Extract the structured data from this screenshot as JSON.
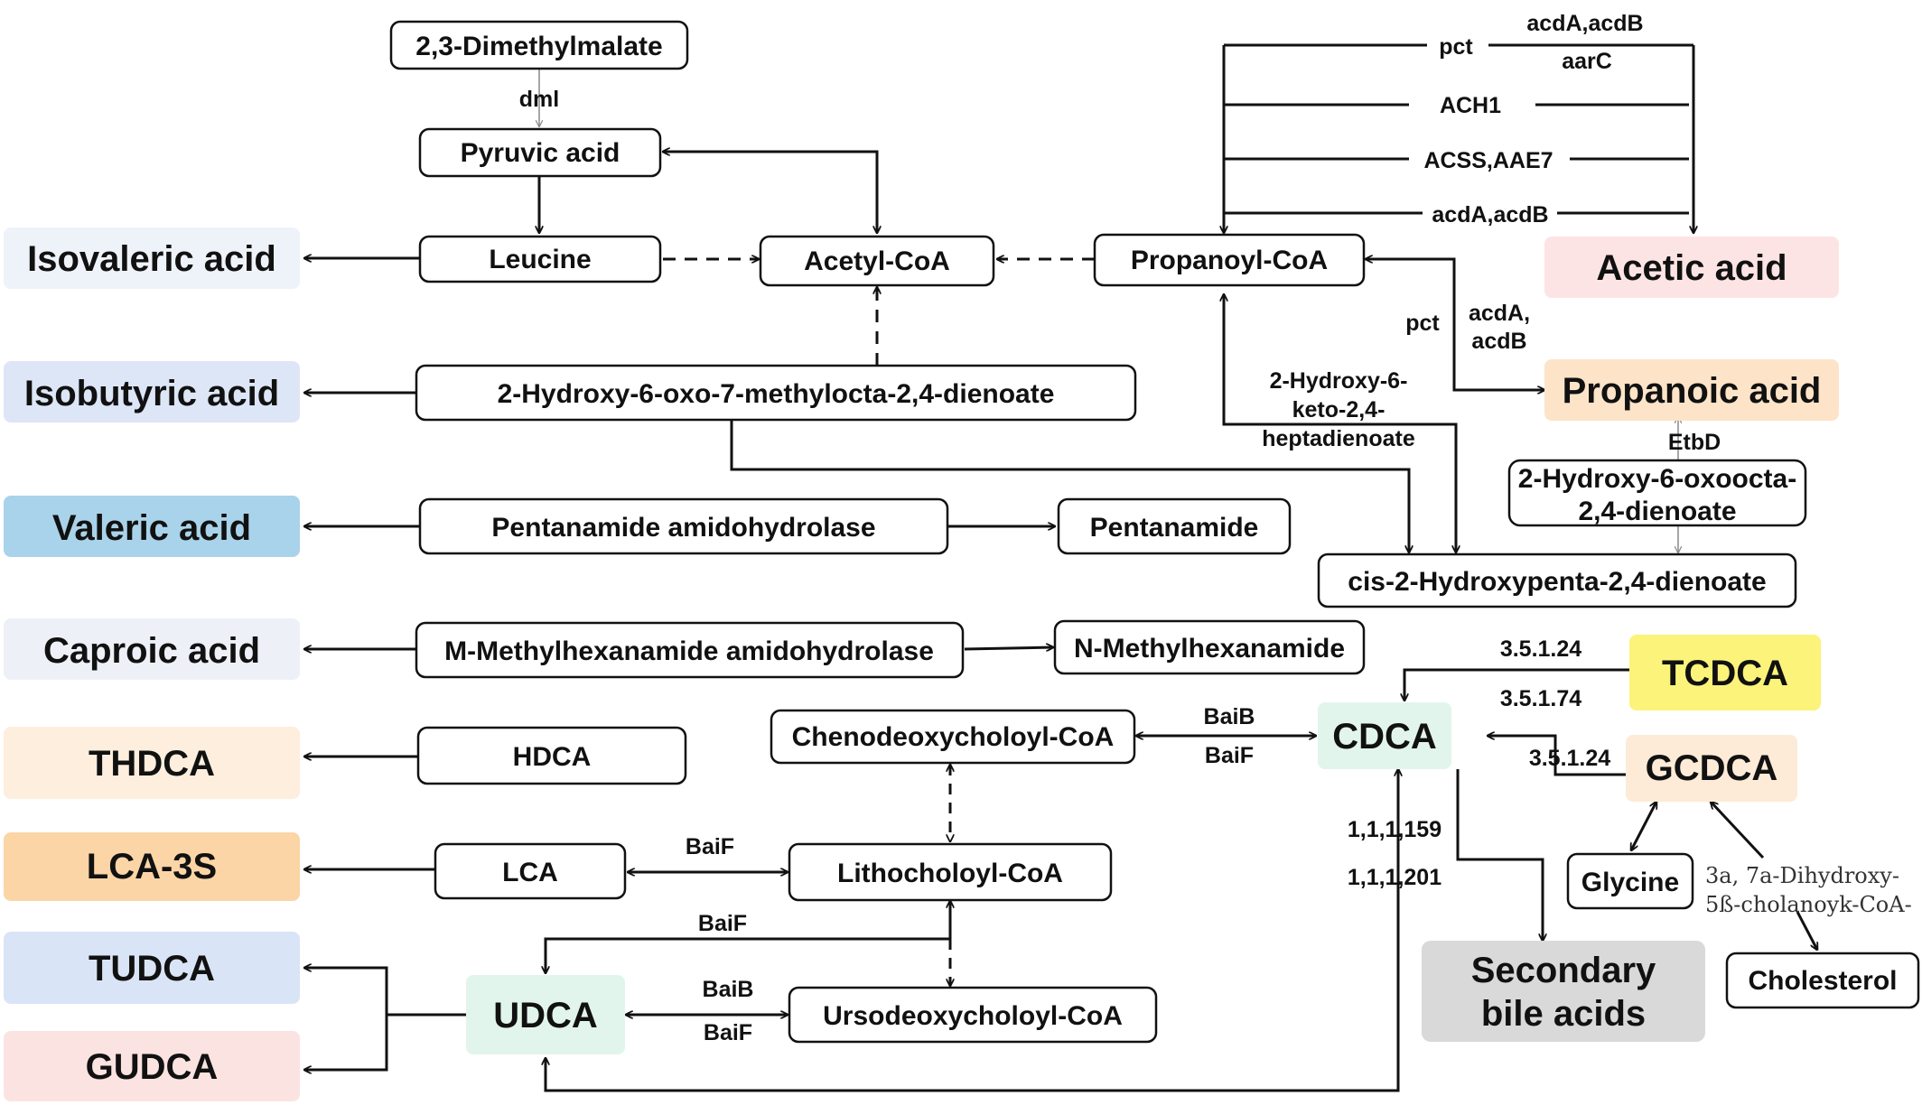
{
  "nodes": {
    "dimethylmalate": "2,3-Dimethylmalate",
    "pyruvic": "Pyruvic acid",
    "leucine": "Leucine",
    "acetylcoa": "Acetyl-CoA",
    "propanoylcoa": "Propanoyl-CoA",
    "hydroxy_methylocta": "2-Hydroxy-6-oxo-7-methylocta-2,4-dienoate",
    "pentanamide_amidohydrolase": "Pentanamide amidohydrolase",
    "pentanamide": "Pentanamide",
    "hydroxy_oxoocta_line1": "2-Hydroxy-6-oxoocta-",
    "hydroxy_oxoocta_line2": "2,4-dienoate",
    "cis_hydroxypenta": "cis-2-Hydroxypenta-2,4-dienoate",
    "m_methylhexanamide_amidohydrolase": "M-Methylhexanamide amidohydrolase",
    "n_methylhexanamide": "N-Methylhexanamide",
    "hdca": "HDCA",
    "chenodeoxycholoyl": "Chenodeoxycholoyl-CoA",
    "lca": "LCA",
    "lithocholoyl": "Lithocholoyl-CoA",
    "ursodeoxycholoyl": "Ursodeoxycholoyl-CoA",
    "glycine": "Glycine",
    "cholesterol": "Cholesterol",
    "cdca": "CDCA",
    "tcdca": "TCDCA",
    "gcdca": "GCDCA",
    "udca": "UDCA",
    "secondary_line1": "Secondary",
    "secondary_line2": "bile acids"
  },
  "products": {
    "isovaleric": "Isovaleric acid",
    "isobutyric": "Isobutyric acid",
    "valeric": "Valeric acid",
    "caproic": "Caproic acid",
    "thdca": "THDCA",
    "lca3s": "LCA-3S",
    "tudca": "TUDCA",
    "gudca": "GUDCA",
    "acetic": "Acetic acid",
    "propanoic": "Propanoic acid"
  },
  "labels": {
    "dml": "dml",
    "pct_top": "pct",
    "acdA_acdB_top": "acdA,acdB",
    "aarC": "aarC",
    "ach1": "ACH1",
    "acss_aae7": "ACSS,AAE7",
    "acdA_acdB_mid": "acdA,acdB",
    "pct_right": "pct",
    "acdA_comma": "acdA,",
    "acdB": "acdB",
    "heptadienoate_1": "2-Hydroxy-6-",
    "heptadienoate_2": "keto-2,4-",
    "heptadienoate_3": "heptadienoate",
    "etbd": "EtbD",
    "ec_3_5_1_24_a": "3.5.1.24",
    "ec_3_5_1_74": "3.5.1.74",
    "ec_3_5_1_24_b": "3.5.1.24",
    "baib_cdca": "BaiB",
    "baif_cdca": "BaiF",
    "baif_lca": "BaiF",
    "baif_udca_top": "BaiF",
    "baib_udca": "BaiB",
    "baif_udca": "BaiF",
    "ec_1_1_1_159": "1,1,1,159",
    "ec_1_1_1_201": "1,1,1,201",
    "cholanoyl_1": "3a, 7a-Dihydroxy-",
    "cholanoyl_2": "5ß-cholanoyk-CoA-"
  },
  "colors": {
    "isovaleric": "#eef3fa",
    "isobutyric": "#dde6f6",
    "valeric": "#a9d3ea",
    "caproic": "#eef0f7",
    "thdca": "#fdeedd",
    "lca3s": "#fbd5a6",
    "tudca": "#d9e5f6",
    "gudca": "#fbe3e1",
    "acetic": "#fde4e4",
    "propanoic": "#fde4c8",
    "cdca": "#e2f5ec",
    "udca": "#e2f5ec",
    "tcdca": "#fcf37a",
    "gcdca": "#fdebd8",
    "secondary": "#d9d9d9"
  }
}
